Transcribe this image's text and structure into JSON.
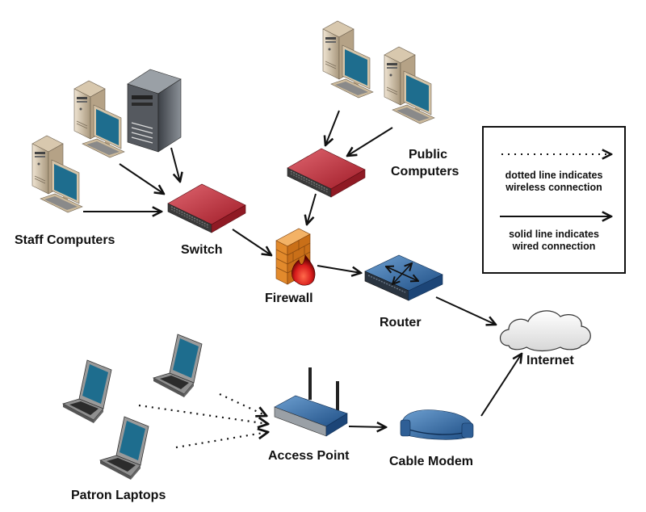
{
  "diagram": {
    "title": "",
    "nodes": [
      {
        "id": "staff",
        "label": "Staff Computers",
        "icon": "desktop-computer-icon",
        "count": 2
      },
      {
        "id": "server",
        "label": "",
        "icon": "server-tower-icon",
        "count": 1
      },
      {
        "id": "switch",
        "label": "Switch",
        "icon": "network-switch-icon"
      },
      {
        "id": "public",
        "label": "Public\nComputers",
        "icon": "desktop-computer-icon",
        "count": 2
      },
      {
        "id": "public_switch",
        "label": "",
        "icon": "network-switch-icon"
      },
      {
        "id": "firewall",
        "label": "Firewall",
        "icon": "firewall-icon"
      },
      {
        "id": "router",
        "label": "Router",
        "icon": "router-icon"
      },
      {
        "id": "internet",
        "label": "Internet",
        "icon": "cloud-icon"
      },
      {
        "id": "laptops",
        "label": "Patron Laptops",
        "icon": "laptop-icon",
        "count": 3
      },
      {
        "id": "access_point",
        "label": "Access Point",
        "icon": "wireless-access-point-icon"
      },
      {
        "id": "modem",
        "label": "Cable Modem",
        "icon": "cable-modem-icon"
      }
    ],
    "edges": [
      {
        "from": "staff-1",
        "to": "switch",
        "type": "wired"
      },
      {
        "from": "staff-2",
        "to": "switch",
        "type": "wired"
      },
      {
        "from": "server",
        "to": "switch",
        "type": "wired"
      },
      {
        "from": "public-1",
        "to": "public_switch",
        "type": "wired"
      },
      {
        "from": "public-2",
        "to": "public_switch",
        "type": "wired"
      },
      {
        "from": "public_switch",
        "to": "firewall",
        "type": "wired"
      },
      {
        "from": "switch",
        "to": "firewall",
        "type": "wired"
      },
      {
        "from": "firewall",
        "to": "router",
        "type": "wired"
      },
      {
        "from": "router",
        "to": "internet",
        "type": "wired"
      },
      {
        "from": "laptop-1",
        "to": "access_point",
        "type": "wireless"
      },
      {
        "from": "laptop-2",
        "to": "access_point",
        "type": "wireless"
      },
      {
        "from": "laptop-3",
        "to": "access_point",
        "type": "wireless"
      },
      {
        "from": "access_point",
        "to": "modem",
        "type": "wired"
      },
      {
        "from": "modem",
        "to": "internet",
        "type": "wired"
      }
    ],
    "labels": {
      "staff": "Staff Computers",
      "switch": "Switch",
      "public_line1": "Public",
      "public_line2": "Computers",
      "firewall": "Firewall",
      "router": "Router",
      "internet": "Internet",
      "laptops": "Patron Laptops",
      "access_point": "Access Point",
      "modem": "Cable Modem"
    },
    "legend": {
      "wireless_line1": "dotted line indicates",
      "wireless_line2": "wireless connection",
      "wired_line1": "solid line indicates",
      "wired_line2": "wired connection"
    },
    "colors": {
      "switch_red": "#b8323c",
      "router_blue": "#2f5f96",
      "screen_blue": "#1e6d8e",
      "pc_beige": "#c9b79c",
      "server_gray": "#555a60",
      "brick_orange": "#e08a2c",
      "flame_red": "#d81c1c",
      "cloud_fill": "#ececec"
    }
  }
}
